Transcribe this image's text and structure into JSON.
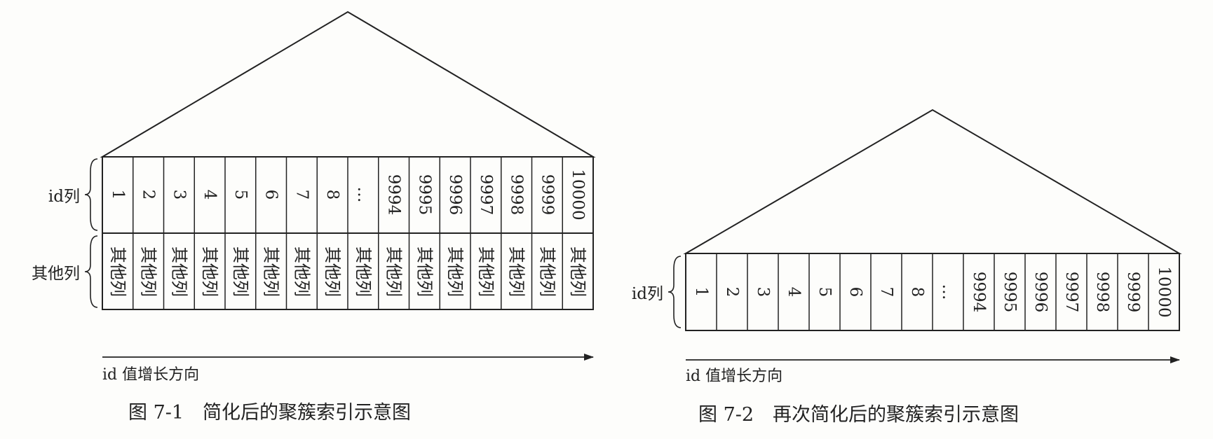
{
  "figures": [
    {
      "id_label": "id列",
      "other_label": "其他列",
      "id_values": [
        "1",
        "2",
        "3",
        "4",
        "5",
        "6",
        "7",
        "8",
        "…",
        "9994",
        "9995",
        "9996",
        "9997",
        "9998",
        "9999",
        "10000"
      ],
      "other_value": "其他列",
      "axis_label": "id 值增长方向",
      "caption": "图 7-1　简化后的聚簇索引示意图"
    },
    {
      "id_label": "id列",
      "id_values": [
        "1",
        "2",
        "3",
        "4",
        "5",
        "6",
        "7",
        "8",
        "…",
        "9994",
        "9995",
        "9996",
        "9997",
        "9998",
        "9999",
        "10000"
      ],
      "axis_label": "id 值增长方向",
      "caption": "图 7-2　再次简化后的聚簇索引示意图"
    }
  ]
}
